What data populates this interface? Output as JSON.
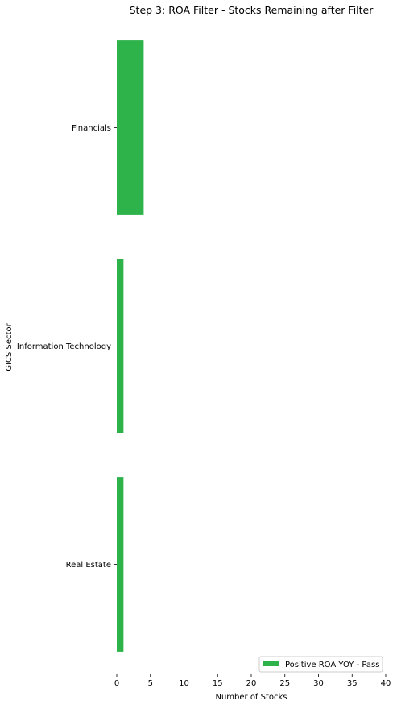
{
  "chart_data": {
    "type": "bar",
    "orientation": "horizontal",
    "title": "Step 3: ROA Filter - Stocks Remaining after Filter",
    "xlabel": "Number of Stocks",
    "ylabel": "GICS Sector",
    "categories": [
      "Financials",
      "Information Technology",
      "Real Estate"
    ],
    "series": [
      {
        "name": "Positive ROA YOY - Pass",
        "values": [
          4,
          1,
          1
        ],
        "color": "#2db34a"
      }
    ],
    "xlim": [
      0,
      40
    ],
    "xticks": [
      0,
      5,
      10,
      15,
      20,
      25,
      30,
      35,
      40
    ],
    "grid": false,
    "legend_position": "bottom-right"
  }
}
